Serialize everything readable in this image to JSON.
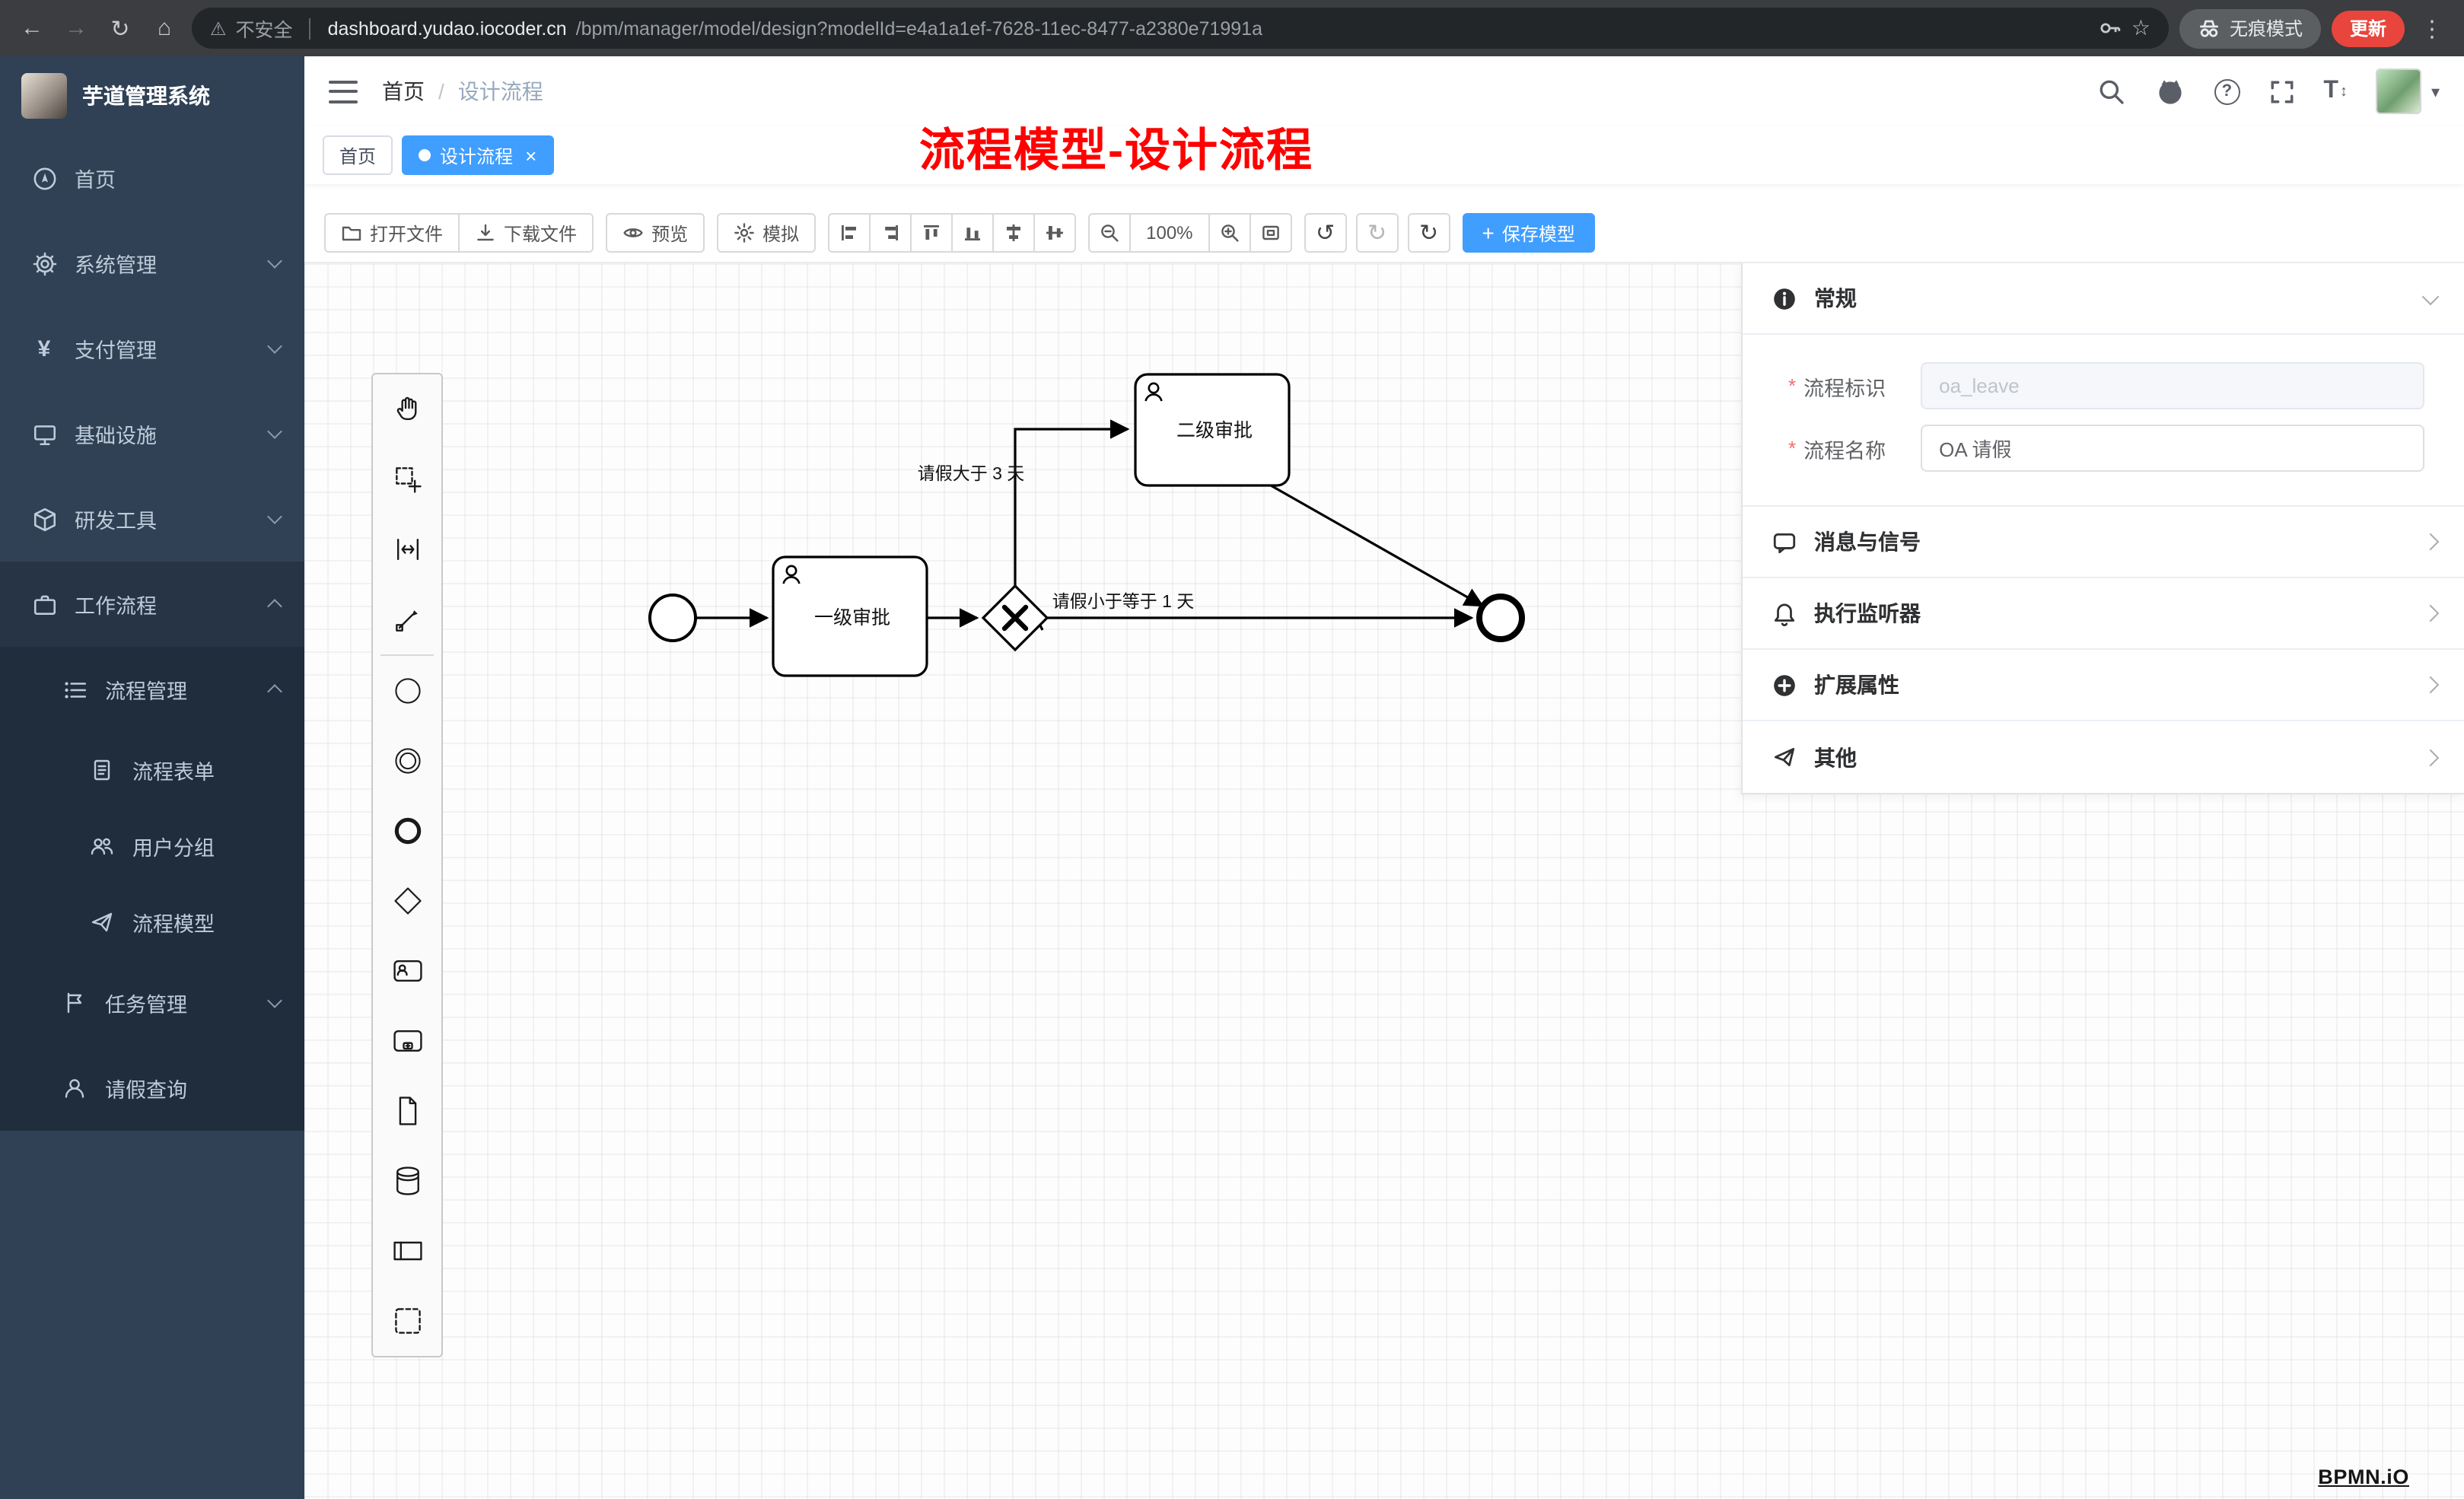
{
  "colors": {
    "primary": "#409eff",
    "sidebar_bg": "#304156",
    "annotation": "#fe0100",
    "update_badge": "#e8453c"
  },
  "icons": {
    "back": "←",
    "forward": "→",
    "reload": "↻",
    "home": "⌂",
    "warning": "⚠",
    "star": "☆",
    "menu_dots": "⋮",
    "undo": "↺",
    "redo": "↻",
    "refresh": "↻",
    "caret_down": "▾",
    "question": "?",
    "font_size": "T",
    "updown": "↕",
    "yen": "¥",
    "plus": "+",
    "close": "×",
    "breadcrumb_sep": "/"
  },
  "browser": {
    "security_label": "不安全",
    "url_host": "dashboard.yudao.iocoder.cn",
    "url_path": "/bpm/manager/model/design?modelId=e4a1a1ef-7628-11ec-8477-a2380e71991a",
    "incognito_label": "无痕模式",
    "update_label": "更新"
  },
  "sidebar": {
    "app_title": "芋道管理系统",
    "items": [
      {
        "label": "首页"
      },
      {
        "label": "系统管理"
      },
      {
        "label": "支付管理"
      },
      {
        "label": "基础设施"
      },
      {
        "label": "研发工具"
      },
      {
        "label": "工作流程"
      }
    ],
    "process_group": {
      "label": "流程管理"
    },
    "process_children": [
      {
        "label": "流程表单"
      },
      {
        "label": "用户分组"
      },
      {
        "label": "流程模型"
      }
    ],
    "tail": [
      {
        "label": "任务管理"
      },
      {
        "label": "请假查询"
      }
    ]
  },
  "header": {
    "breadcrumb_home": "首页",
    "breadcrumb_current": "设计流程",
    "annotation": "流程模型-设计流程"
  },
  "tabs": {
    "home": "首页",
    "design": "设计流程"
  },
  "toolbar": {
    "open_file": "打开文件",
    "download_file": "下载文件",
    "preview": "预览",
    "simulate": "模拟",
    "zoom_level": "100%",
    "save_model": "保存模型"
  },
  "diagram": {
    "task1_label": "一级审批",
    "task2_label": "二级审批",
    "condition_upper": "请假大于 3 天",
    "condition_lower": "请假小于等于 1 天"
  },
  "panel": {
    "general_title": "常规",
    "required_mark": "*",
    "process_key": {
      "label": "流程标识",
      "value": "oa_leave"
    },
    "process_name": {
      "label": "流程名称",
      "value": "OA 请假"
    },
    "sections": [
      {
        "label": "消息与信号"
      },
      {
        "label": "执行监听器"
      },
      {
        "label": "扩展属性"
      },
      {
        "label": "其他"
      }
    ]
  },
  "canvas": {
    "watermark": "BPMN.iO"
  }
}
